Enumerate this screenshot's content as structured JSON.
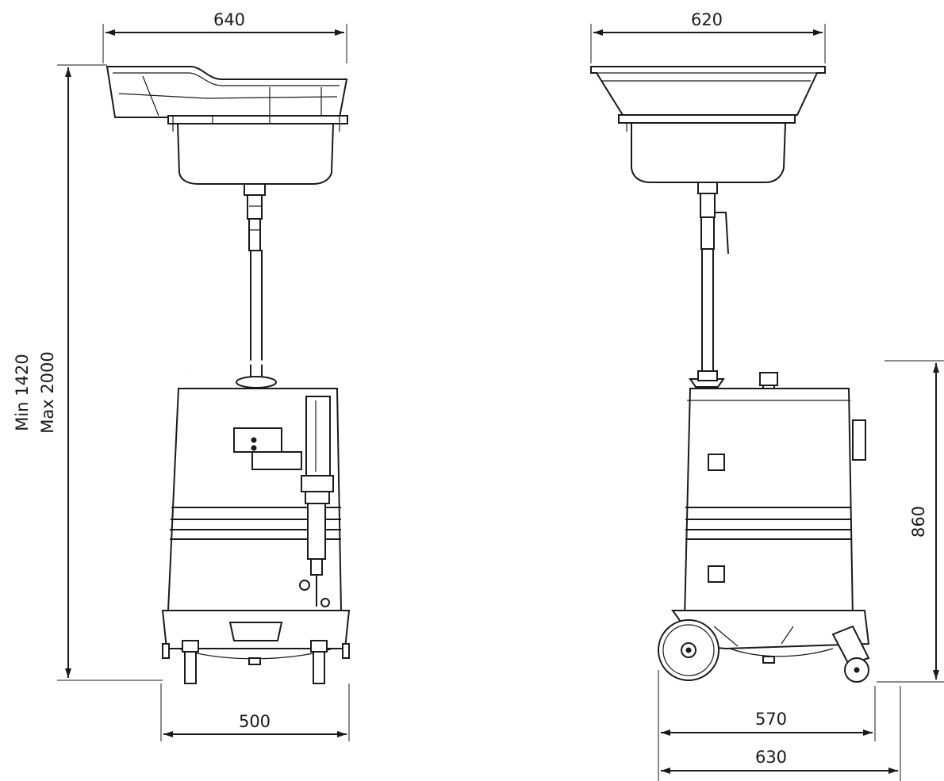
{
  "dimensions": {
    "front_top_width": "640",
    "side_top_width": "620",
    "height_min": "Min 1420",
    "height_max": "Max 2000",
    "front_base_width": "500",
    "side_tank_height": "860",
    "side_base_width": "570",
    "side_total_width": "630"
  },
  "colors": {
    "line": "#1a1a1a",
    "background": "#ffffff"
  }
}
